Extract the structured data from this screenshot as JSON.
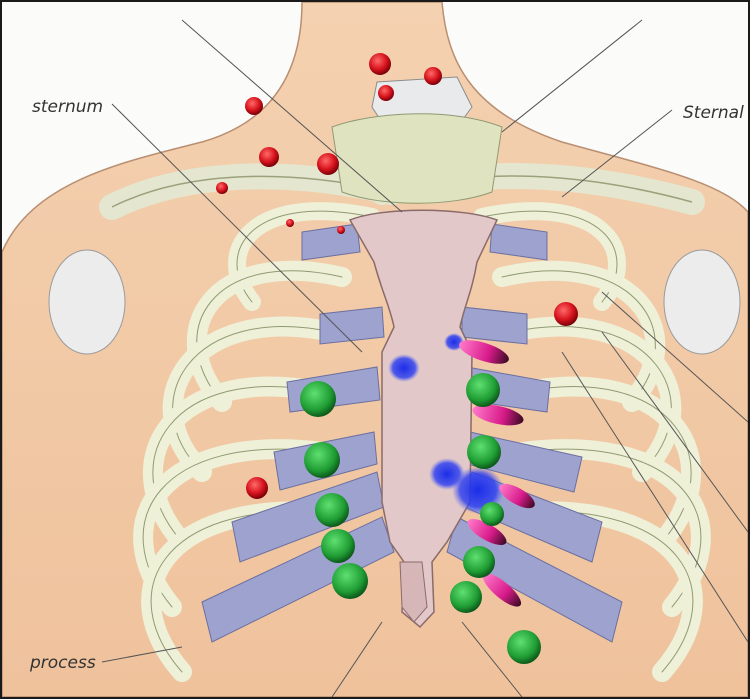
{
  "labels": {
    "sternum": "sternum",
    "sternal": "Sternal",
    "process": "process"
  },
  "colors": {
    "skin": "#f2c9a4",
    "skin_dark": "#e7b28c",
    "rib": "#eef0d8",
    "rib_edge": "#8f9a72",
    "cartilage": "#9da2cf",
    "sternum": "#e2c8c8",
    "marker_red": "#e0212a",
    "marker_green": "#22a83a",
    "marker_magenta": "#e0309a",
    "marker_blue": "#1b2de8"
  }
}
